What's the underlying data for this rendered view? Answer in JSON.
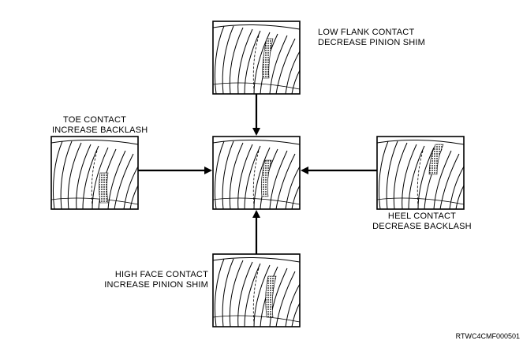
{
  "panels": {
    "top": {
      "line1": "LOW FLANK CONTACT",
      "line2": "DECREASE PINION SHIM"
    },
    "left": {
      "line1": "TOE CONTACT",
      "line2": "INCREASE BACKLASH"
    },
    "right": {
      "line1": "HEEL CONTACT",
      "line2": "DECREASE BACKLASH"
    },
    "bottom": {
      "line1": "HIGH FACE CONTACT",
      "line2": "INCREASE PINION SHIM"
    }
  },
  "reference_code": "RTWC4CMF000501"
}
